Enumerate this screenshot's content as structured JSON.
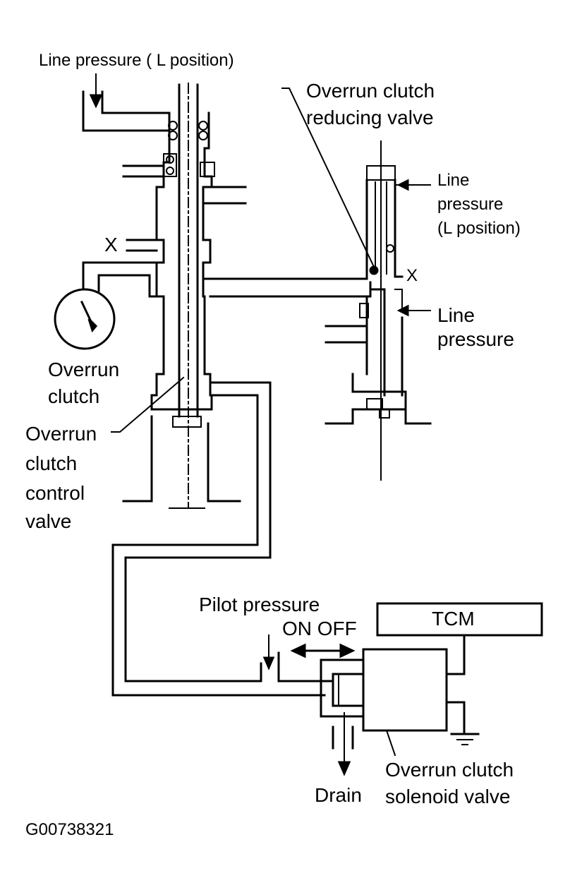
{
  "labels": {
    "line_pressure_l_position_top": "Line pressure ( L position)",
    "overrun_clutch_reducing_valve": [
      "Overrun clutch",
      "reducing valve"
    ],
    "line_pressure_l_position_right": [
      "Line",
      "pressure",
      "(L position)"
    ],
    "line_pressure_right": [
      "Line",
      "pressure"
    ],
    "x_mark_left": "X",
    "x_mark_right": "X",
    "overrun_clutch_gauge": [
      "Overrun",
      "clutch"
    ],
    "overrun_clutch_control_valve": [
      "Overrun",
      "clutch",
      "control",
      "valve"
    ],
    "pilot_pressure": "Pilot pressure",
    "on_off": "ON OFF",
    "tcm": "TCM",
    "drain": "Drain",
    "overrun_clutch_solenoid_valve": [
      "Overrun clutch",
      "solenoid valve"
    ],
    "figure_code": "G00738321"
  },
  "icons": [
    "pressure-gauge-icon",
    "ground-symbol-icon",
    "flow-arrow-icon",
    "double-arrow-icon"
  ]
}
